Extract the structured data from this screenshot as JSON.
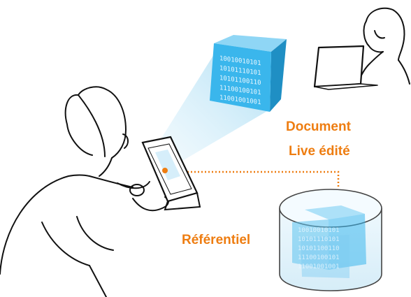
{
  "labels": {
    "document_line1": "Document",
    "document_line2": "Live édité",
    "repository": "Référentiel"
  },
  "binary_rows": [
    "10010010101",
    "10101110101",
    "10101100110",
    "11100100101",
    "11001001001"
  ],
  "colors": {
    "accent": "#ee7d11",
    "cube": "#3ab6ec",
    "cube_dark": "#1f8fc4",
    "beam": "#bfe5f6",
    "ink": "#111111"
  },
  "icons": [
    "user-male-icon",
    "user-female-icon",
    "laptop-icon",
    "data-cube-icon",
    "database-icon"
  ]
}
